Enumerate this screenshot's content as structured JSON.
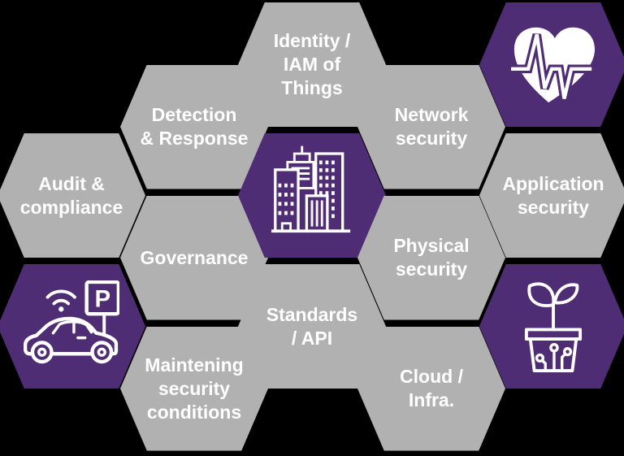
{
  "colors": {
    "background": "#000000",
    "hex_gray": "#b1b1b1",
    "hex_purple": "#4f2d74",
    "label_text": "#ffffff",
    "icon_stroke": "#ffffff"
  },
  "parking_sign_label": "P",
  "hexagons": [
    {
      "name": "audit-compliance",
      "variant": "gray",
      "col": 0,
      "row": 1,
      "lines": [
        "Audit &",
        "compliance"
      ]
    },
    {
      "name": "connected-car",
      "variant": "purple",
      "col": 0,
      "row": 2,
      "icon": "connected-car-parking-icon"
    },
    {
      "name": "detection-response",
      "variant": "gray",
      "col": 1,
      "row": 0,
      "lines": [
        "Detection",
        "& Response"
      ]
    },
    {
      "name": "governance",
      "variant": "gray",
      "col": 1,
      "row": 1,
      "lines": [
        "Governance"
      ]
    },
    {
      "name": "maintening-security-conditions",
      "variant": "gray",
      "col": 1,
      "row": 2,
      "lines": [
        "Maintening",
        "security",
        "conditions"
      ]
    },
    {
      "name": "identity-iam-of-things",
      "variant": "gray",
      "col": 2,
      "row": 0,
      "lines": [
        "Identity /",
        "IAM of",
        "Things"
      ]
    },
    {
      "name": "smart-city",
      "variant": "purple",
      "col": 2,
      "row": 1,
      "icon": "smart-city-buildings-icon"
    },
    {
      "name": "standards-api",
      "variant": "gray",
      "col": 2,
      "row": 2,
      "lines": [
        "Standards",
        "/ API"
      ]
    },
    {
      "name": "network-security",
      "variant": "gray",
      "col": 3,
      "row": 0,
      "lines": [
        "Network",
        "security"
      ]
    },
    {
      "name": "physical-security",
      "variant": "gray",
      "col": 3,
      "row": 1,
      "lines": [
        "Physical",
        "security"
      ]
    },
    {
      "name": "cloud-infra",
      "variant": "gray",
      "col": 3,
      "row": 2,
      "lines": [
        "Cloud /",
        "Infra."
      ]
    },
    {
      "name": "connected-health",
      "variant": "purple",
      "col": 4,
      "row": 0,
      "icon": "heart-pulse-icon"
    },
    {
      "name": "application-security",
      "variant": "gray",
      "col": 4,
      "row": 1,
      "lines": [
        "Application",
        "security"
      ]
    },
    {
      "name": "smart-plant",
      "variant": "purple",
      "col": 4,
      "row": 2,
      "icon": "smart-plant-icon"
    }
  ]
}
